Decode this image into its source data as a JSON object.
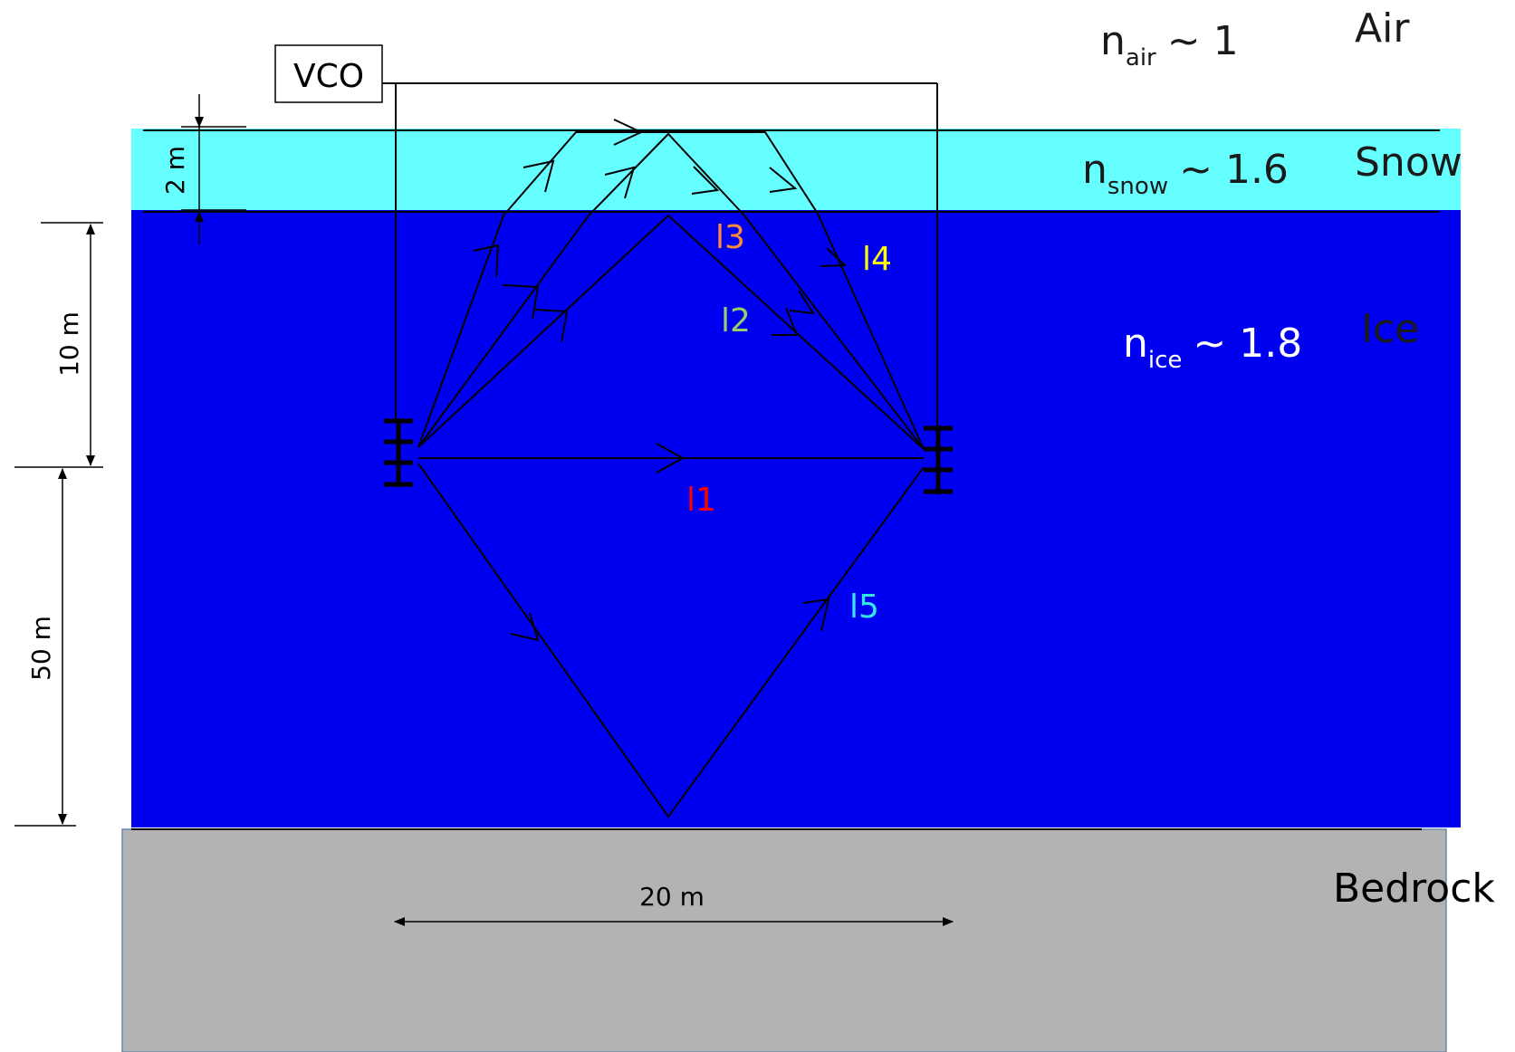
{
  "layers": {
    "air": {
      "label": "Air",
      "n_symbol": "n",
      "n_sub": "air",
      "n_value": "~ 1",
      "text_color": "#1a1a1a"
    },
    "snow": {
      "label": "Snow",
      "n_symbol": "n",
      "n_sub": "snow",
      "n_value": "~ 1.6",
      "color": "#66ffff",
      "text_color": "#1a1a1a"
    },
    "ice": {
      "label": "Ice",
      "n_symbol": "n",
      "n_sub": "ice",
      "n_value": "~ 1.8",
      "color": "#0000f0",
      "text_color": "#ffffff"
    },
    "bedrock": {
      "label": "Bedrock",
      "color": "#b3b3b3",
      "text_color": "#000000"
    }
  },
  "vco": {
    "label": "VCO"
  },
  "rays": {
    "l1": {
      "label": "l1",
      "color": "#ff0000"
    },
    "l2": {
      "label": "l2",
      "color": "#99cc66"
    },
    "l3": {
      "label": "l3",
      "color": "#ff8c33"
    },
    "l4": {
      "label": "l4",
      "color": "#ffff00"
    },
    "l5": {
      "label": "l5",
      "color": "#33e6e6"
    }
  },
  "dimensions": {
    "snow_depth": "2 m",
    "antenna_depth": "10 m",
    "bedrock_depth": "50 m",
    "separation": "20 m"
  }
}
